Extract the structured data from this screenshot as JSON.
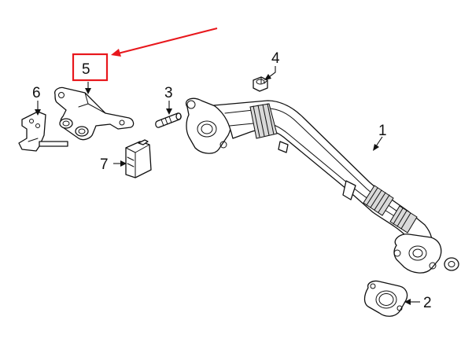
{
  "callouts": {
    "part_1": "1",
    "part_2": "2",
    "part_3": "3",
    "part_4": "4",
    "part_5": "5",
    "part_6": "6",
    "part_7": "7"
  },
  "highlight": {
    "part": "5",
    "color": "#e8171c"
  },
  "colors": {
    "line": "#111111",
    "fill": "#ffffff",
    "shade": "#d9d9d9"
  }
}
